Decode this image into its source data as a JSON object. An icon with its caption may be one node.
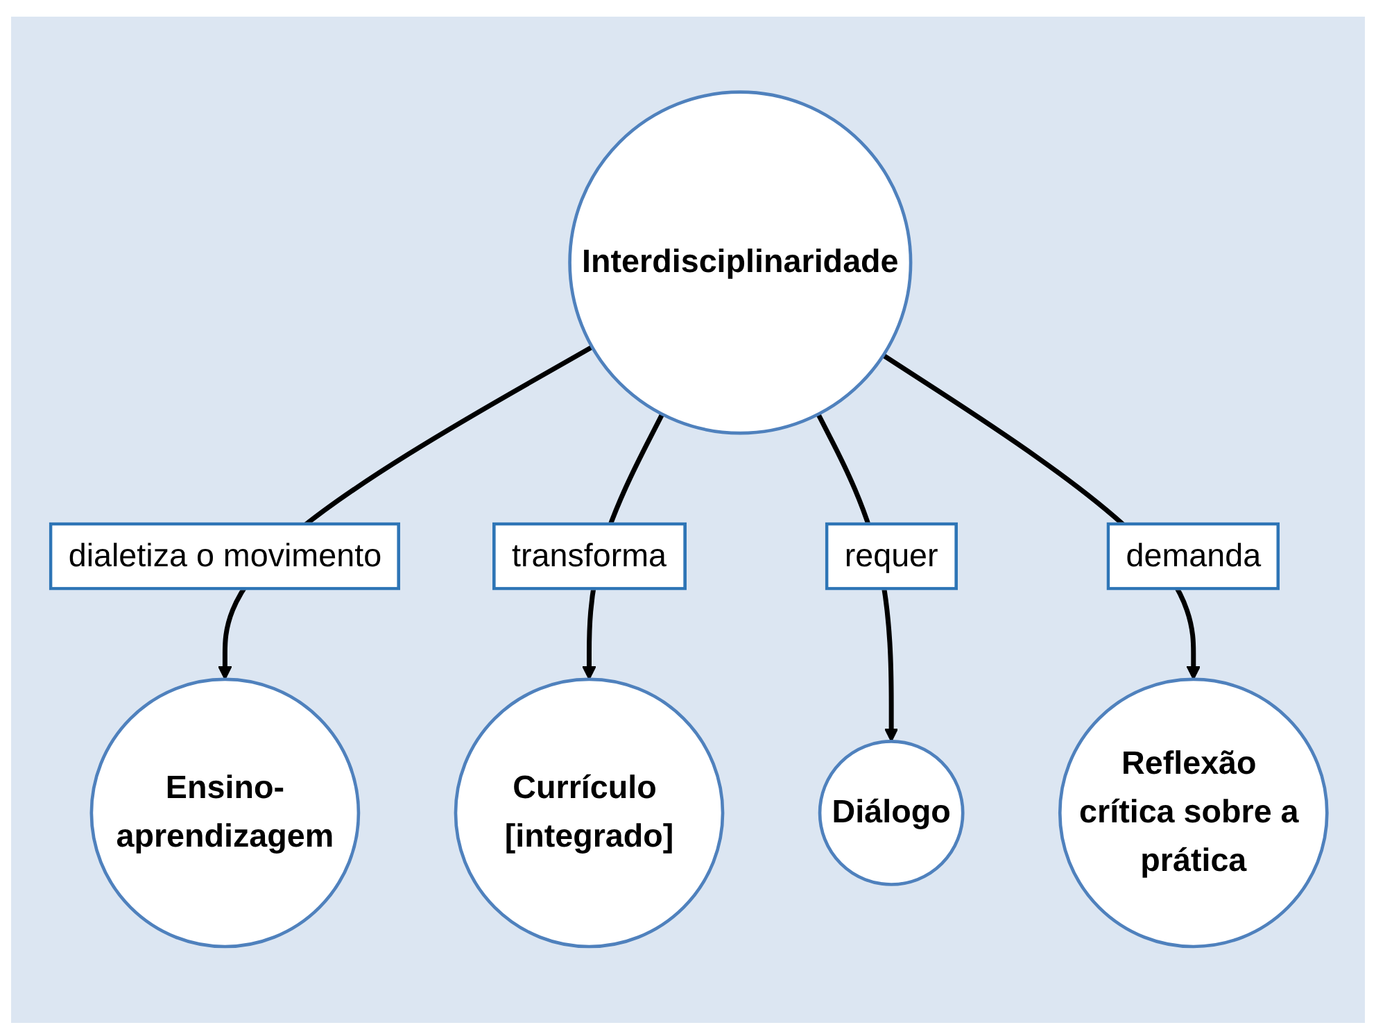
{
  "diagram": {
    "nodes": [
      {
        "text": [
          "Interdisciplinaridade"
        ]
      },
      {
        "text": [
          "Ensino-aprendizagem"
        ]
      },
      {
        "text": [
          "Currículo [integrado]"
        ]
      },
      {
        "text": [
          "Diálogo"
        ]
      },
      {
        "text": [
          "Reflexão crítica sobre a prática"
        ]
      }
    ],
    "edges": [
      {
        "from": 0,
        "to": 1,
        "arrow": "to",
        "label": "dialetiza o movimento"
      },
      {
        "from": 0,
        "to": 2,
        "arrow": "to",
        "label": "transforma"
      },
      {
        "from": 0,
        "to": 3,
        "arrow": "to",
        "label": "requer"
      },
      {
        "from": 0,
        "to": 4,
        "arrow": "to",
        "label": "demanda"
      }
    ]
  }
}
